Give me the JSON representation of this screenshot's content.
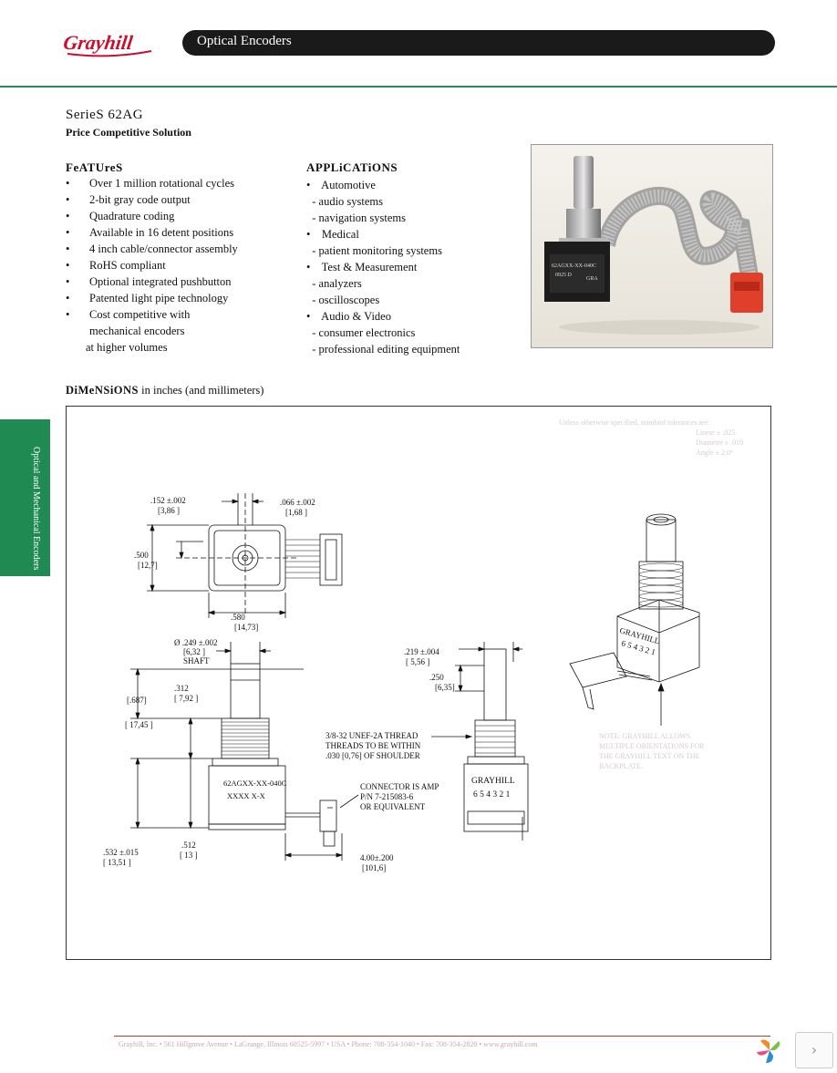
{
  "header": {
    "logo_text": "Grayhill",
    "title": "Optical Encoders"
  },
  "product": {
    "series": "SerieS 62AG",
    "subtitle": "Price Competitive Solution"
  },
  "features": {
    "heading": "FeATUreS",
    "items": [
      {
        "bullet": "•",
        "text": "Over 1 million rotational cycles"
      },
      {
        "bullet": "•",
        "text": "2-bit gray code output"
      },
      {
        "bullet": "•",
        "text": "Quadrature coding"
      },
      {
        "bullet": "•",
        "text": "Available in 16 detent positions"
      },
      {
        "bullet": "•",
        "text": "4 inch cable/connector assembly"
      },
      {
        "bullet": "•",
        "text": "RoHS compliant"
      },
      {
        "bullet": "•",
        "text": "Optional integrated pushbutton"
      },
      {
        "bullet": "•",
        "text": "Patented light pipe technology"
      },
      {
        "bullet": "•",
        "text": "Cost competitive with"
      },
      {
        "bullet": "",
        "text": "mechanical encoders"
      }
    ],
    "continuation": "at higher volumes"
  },
  "applications": {
    "heading": "APPLiCATiONS",
    "rows": [
      "•    Automotive",
      "  - audio systems",
      "  - navigation systems",
      "•    Medical",
      "  - patient monitoring systems",
      "•    Test & Measurement",
      "  - analyzers",
      "  - oscilloscopes",
      "•    Audio & Video",
      "  - consumer electronics",
      "  - professional editing equipment"
    ]
  },
  "photo": {
    "label_line1": "62AGXX-XX-040C",
    "label_line2": "0925    D",
    "label_brand": "GRA"
  },
  "dimensions": {
    "heading_bold": "DiMeNSiONS",
    "heading_rest": " in inches (and millimeters)",
    "tolerance_title": "Unless otherwise specified, standard tolerances are:",
    "tolerance_linear": "Linear ± .025",
    "tolerance_diameter": "Diameter ± .010",
    "tolerance_angle": "Angle ± 2.0°",
    "top_view": {
      "dim_152": ".152 ±.002",
      "dim_152_mm": "[3,86 ]",
      "dim_066": ".066 ±.002",
      "dim_066_mm": "[1,68 ]",
      "dim_500": ".500",
      "dim_500_mm": "[12,7]",
      "dim_580": ".580",
      "dim_580_mm": "[14,73]"
    },
    "side_view": {
      "shaft_dia": "Ø .249 ±.002",
      "shaft_dia_mm": "[6,32 ]",
      "shaft_label": "SHAFT",
      "dim_687": "[.687]",
      "dim_312": ".312",
      "dim_312_mm": "[ 7,92   ]",
      "dim_1745": "[ 17,45 ]",
      "dim_532": ".532 ±.015",
      "dim_532_mm": "[ 13,51 ]",
      "dim_512": ".512",
      "dim_512_mm": "[ 13 ]",
      "part_label_1": "62AGXX-XX-040C",
      "part_label_2": "XXXX       X-X",
      "dim_400": "4.00±.200",
      "dim_400_mm": "[101,6]"
    },
    "notes": {
      "thread_1": "3/8-32 UNEF-2A THREAD",
      "thread_2": "THREADS TO BE WITHIN",
      "thread_3": ".030 [0,76] OF SHOULDER",
      "conn_1": "CONNECTOR IS AMP",
      "conn_2": "P/N 7-215083-6",
      "conn_3": "OR EQUIVALENT",
      "dim_219": ".219 ±.004",
      "dim_219_mm": "[ 5,56 ]",
      "dim_250": ".250",
      "dim_250_mm": "[6,35]",
      "brand_front": "GRAYHILL",
      "pins_front": "6 5 4 3 2 1",
      "brand_iso": "GRAYHILL",
      "pins_iso": "6 5 4 3 2 1",
      "note_1": "NOTE: GRAYHILL ALLOWS",
      "note_2": "MULTIPLE ORIENTATIONS FOR",
      "note_3": "THE GRAYHILL TEXT ON THE",
      "note_4": "BACKPLATE."
    }
  },
  "side_tab": {
    "line1": "Optical and Mechanical",
    "line2": "Encoders"
  },
  "footer": {
    "text": "Grayhill, Inc. • 561 Hillgrove Avenue • LaGrange, Illinois  60525-5997 • USA • Phone: 708-354-1040 • Fax: 708-354-2820 • www.grayhill.com",
    "next_label": "›"
  }
}
